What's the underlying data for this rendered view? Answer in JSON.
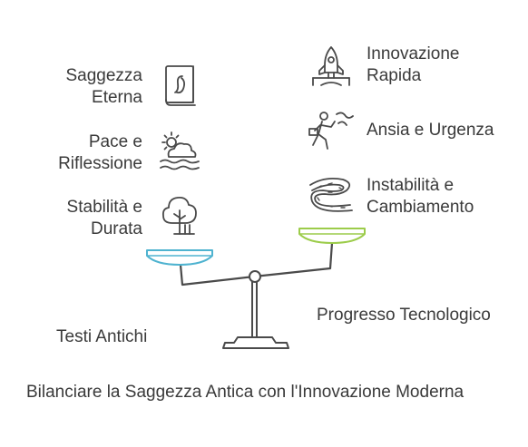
{
  "diagram": {
    "title": "Bilanciare la Saggezza Antica con l'Innovazione Moderna",
    "left": {
      "label": "Testi Antichi",
      "items": [
        {
          "line1": "Saggezza",
          "line2": "Eterna",
          "icon": "book-icon"
        },
        {
          "line1": "Pace e",
          "line2": "Riflessione",
          "icon": "sun-water-icon"
        },
        {
          "line1": "Stabilità e",
          "line2": "Durata",
          "icon": "tree-icon"
        }
      ],
      "pan_color": "#4fb3d0"
    },
    "right": {
      "label": "Progresso Tecnologico",
      "items": [
        {
          "line1": "Innovazione",
          "line2": "Rapida",
          "icon": "rocket-icon"
        },
        {
          "line1": "Ansia e Urgenza",
          "line2": "",
          "icon": "running-person-icon"
        },
        {
          "line1": "Instabilità e",
          "line2": "Cambiamento",
          "icon": "winding-road-icon"
        }
      ],
      "pan_color": "#9ccc4a"
    },
    "stroke_color": "#4a4a4a"
  }
}
